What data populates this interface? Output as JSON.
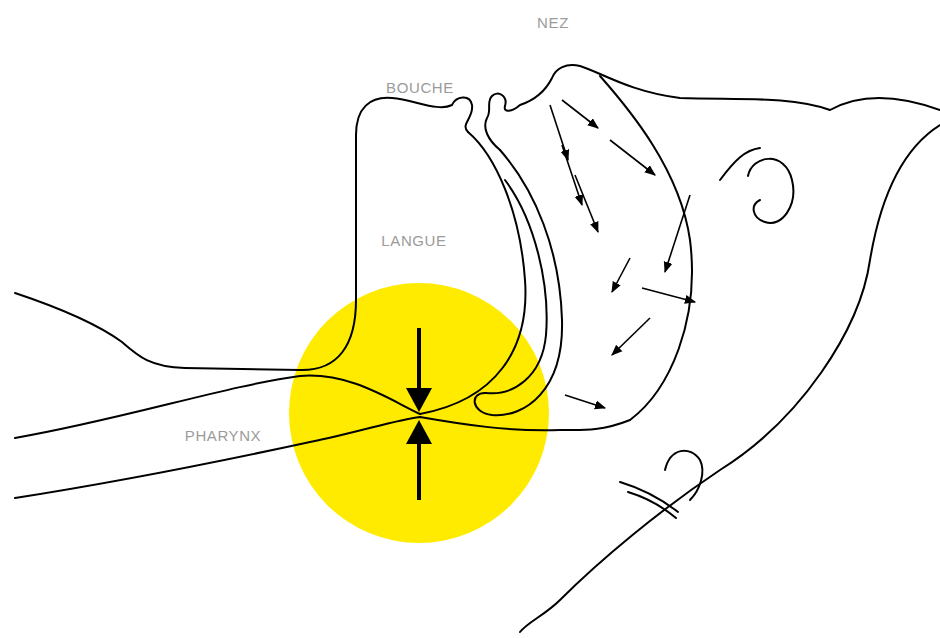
{
  "diagram": {
    "labels": [
      "NEZ",
      "BOUCHE",
      "LANGUE",
      "PHARYNX"
    ]
  }
}
